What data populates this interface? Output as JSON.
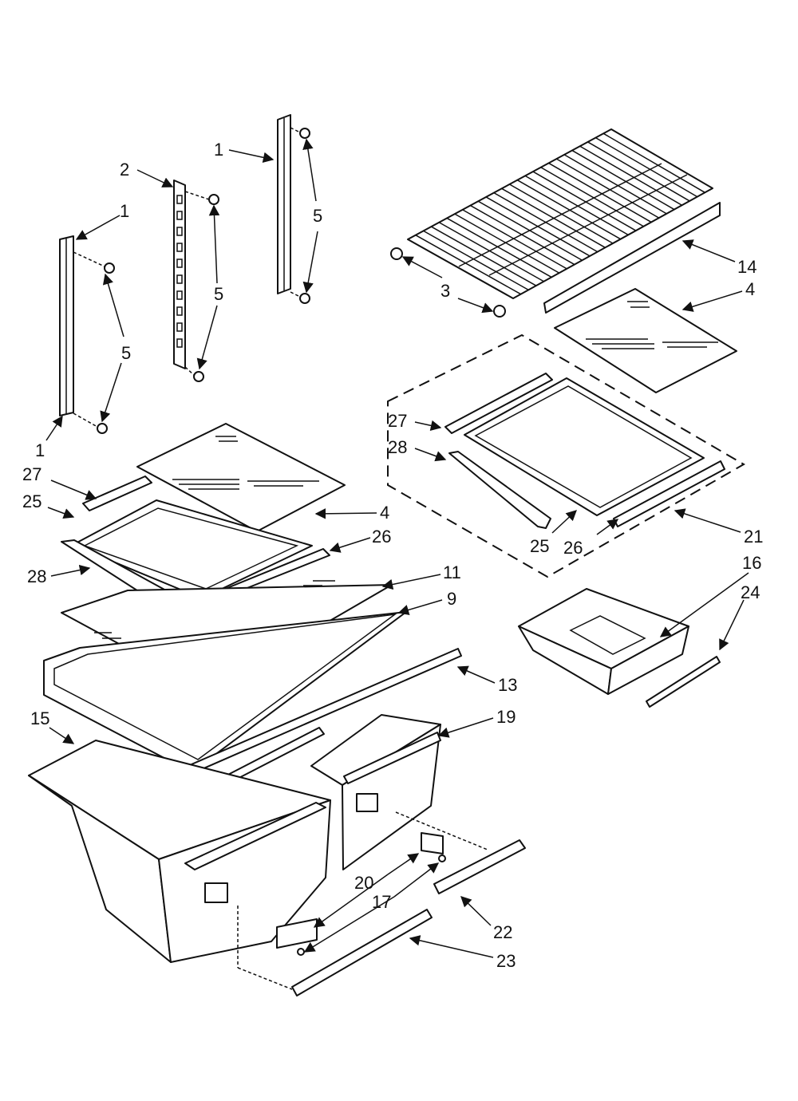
{
  "callouts": [
    {
      "id": "c1a",
      "text": "1"
    },
    {
      "id": "c2",
      "text": "2"
    },
    {
      "id": "c1b",
      "text": "1"
    },
    {
      "id": "c5a",
      "text": "5"
    },
    {
      "id": "c5b",
      "text": "5"
    },
    {
      "id": "c5c",
      "text": "5"
    },
    {
      "id": "c1c",
      "text": "1"
    },
    {
      "id": "c27a",
      "text": "27"
    },
    {
      "id": "c25a",
      "text": "25"
    },
    {
      "id": "c4a",
      "text": "4"
    },
    {
      "id": "c26a",
      "text": "26"
    },
    {
      "id": "c28a",
      "text": "28"
    },
    {
      "id": "c11",
      "text": "11"
    },
    {
      "id": "c9",
      "text": "9"
    },
    {
      "id": "c13",
      "text": "13"
    },
    {
      "id": "c15",
      "text": "15"
    },
    {
      "id": "c19",
      "text": "19"
    },
    {
      "id": "c20",
      "text": "20"
    },
    {
      "id": "c17",
      "text": "17"
    },
    {
      "id": "c22",
      "text": "22"
    },
    {
      "id": "c23",
      "text": "23"
    },
    {
      "id": "c14",
      "text": "14"
    },
    {
      "id": "c3",
      "text": "3"
    },
    {
      "id": "c4b",
      "text": "4"
    },
    {
      "id": "c27b",
      "text": "27"
    },
    {
      "id": "c28b",
      "text": "28"
    },
    {
      "id": "c25b",
      "text": "25"
    },
    {
      "id": "c26b",
      "text": "26"
    },
    {
      "id": "c21",
      "text": "21"
    },
    {
      "id": "c16",
      "text": "16"
    },
    {
      "id": "c24",
      "text": "24"
    }
  ]
}
